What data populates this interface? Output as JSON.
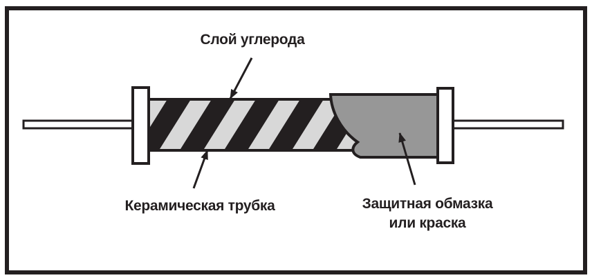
{
  "figure": {
    "labels": {
      "carbon_layer": "Слой углерода",
      "ceramic_tube": "Керамическая трубка",
      "protective_coating_line1": "Защитная обмазка",
      "protective_coating_line2": "или краска"
    },
    "colors": {
      "ink": "#231f20",
      "stripe-light": "#d8d8d8",
      "coating": "#979797",
      "background": "#ffffff"
    }
  }
}
